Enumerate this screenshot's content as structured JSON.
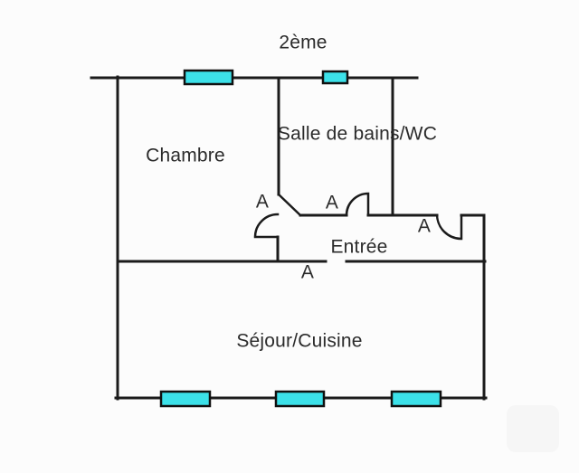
{
  "title": "2ème",
  "rooms": [
    {
      "name": "Chambre"
    },
    {
      "name": "Salle de bains/WC"
    },
    {
      "name": "Entrée"
    },
    {
      "name": "Séjour/Cuisine"
    }
  ],
  "doors": [
    {
      "label": "A"
    },
    {
      "label": "A"
    },
    {
      "label": "A"
    },
    {
      "label": "A"
    }
  ],
  "colors": {
    "wall": "#1b1b1b",
    "window_fill": "#3ce1e9",
    "window_border": "#101010",
    "text": "#2b2b2b",
    "background": "#fcfcfc"
  }
}
